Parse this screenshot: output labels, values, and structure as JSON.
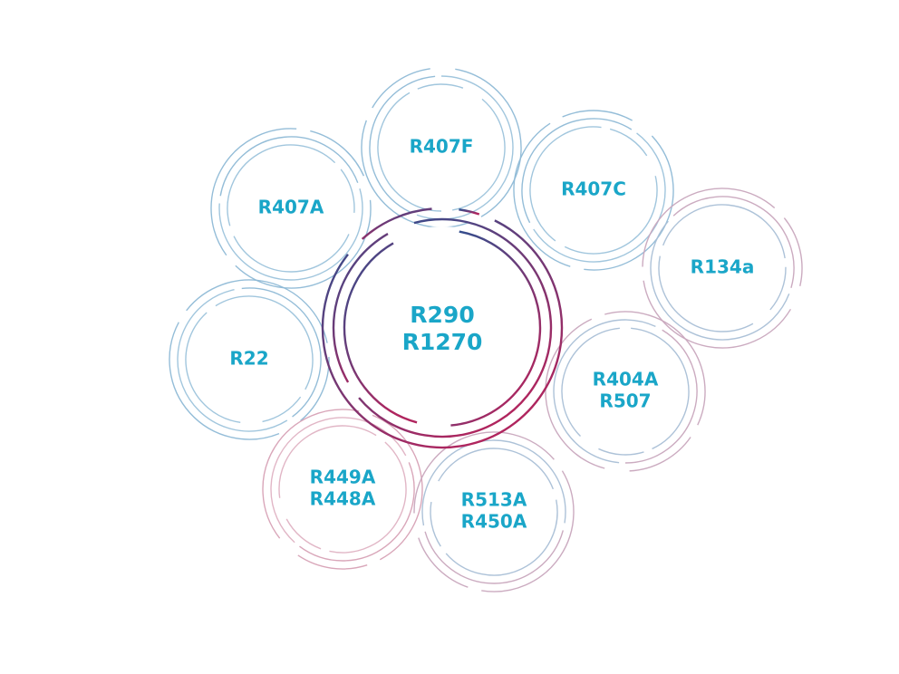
{
  "diagram": {
    "label_color": "#1aa6c8",
    "center": {
      "lines": [
        "R290",
        "R1270"
      ],
      "colors": [
        "#2e4f8f",
        "#b0255e"
      ]
    },
    "nodes": [
      {
        "id": "r407f",
        "lines": [
          "R407F"
        ],
        "palette": "blue"
      },
      {
        "id": "r407c",
        "lines": [
          "R407C"
        ],
        "palette": "blue"
      },
      {
        "id": "r407a",
        "lines": [
          "R407A"
        ],
        "palette": "blue"
      },
      {
        "id": "r134a",
        "lines": [
          "R134a"
        ],
        "palette": "mixed"
      },
      {
        "id": "r22",
        "lines": [
          "R22"
        ],
        "palette": "blue"
      },
      {
        "id": "r404a-r507",
        "lines": [
          "R404A",
          "R507"
        ],
        "palette": "mixed"
      },
      {
        "id": "r449a-r448a",
        "lines": [
          "R449A",
          "R448A"
        ],
        "palette": "pink"
      },
      {
        "id": "r513a-r450a",
        "lines": [
          "R513A",
          "R450A"
        ],
        "palette": "mixed"
      }
    ],
    "palettes": {
      "blue": [
        "#8fbad6",
        "#9cc3dc"
      ],
      "pink": [
        "#d7a2b6",
        "#e0b3c3"
      ],
      "mixed": [
        "#c9a7bd",
        "#a9bfd6"
      ]
    }
  }
}
